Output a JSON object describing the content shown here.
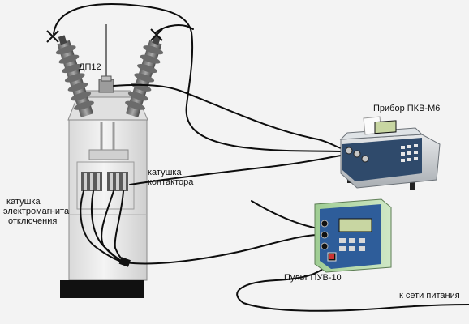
{
  "labels": {
    "dp12": "ДП12",
    "pkv_m6": "Прибор ПКВ-М6",
    "contactor_coil_line1": "катушка",
    "contactor_coil_line2": "контактора",
    "trip_coil_line1": "катушка",
    "trip_coil_line2": "электромагнита",
    "trip_coil_line3": "отключения",
    "puv10": "Пульт ПУВ-10",
    "power_supply": "к сети питания"
  },
  "colors": {
    "cable": "#0d0d0d",
    "breaker_body": "#e8e8e8",
    "breaker_outline": "#7a7a7a",
    "base": "#111111",
    "instrument_body": "#cfd3d6",
    "instrument_panel": "#2f4a6b",
    "console_body": "#b9ddb0",
    "console_panel": "#2e5d9a",
    "lcd": "#c8d6a2"
  },
  "icons": {
    "dp12_sensor": "displacement-sensor",
    "clamp": "crocodile-clip-icon",
    "plug": "power-plug-icon"
  }
}
